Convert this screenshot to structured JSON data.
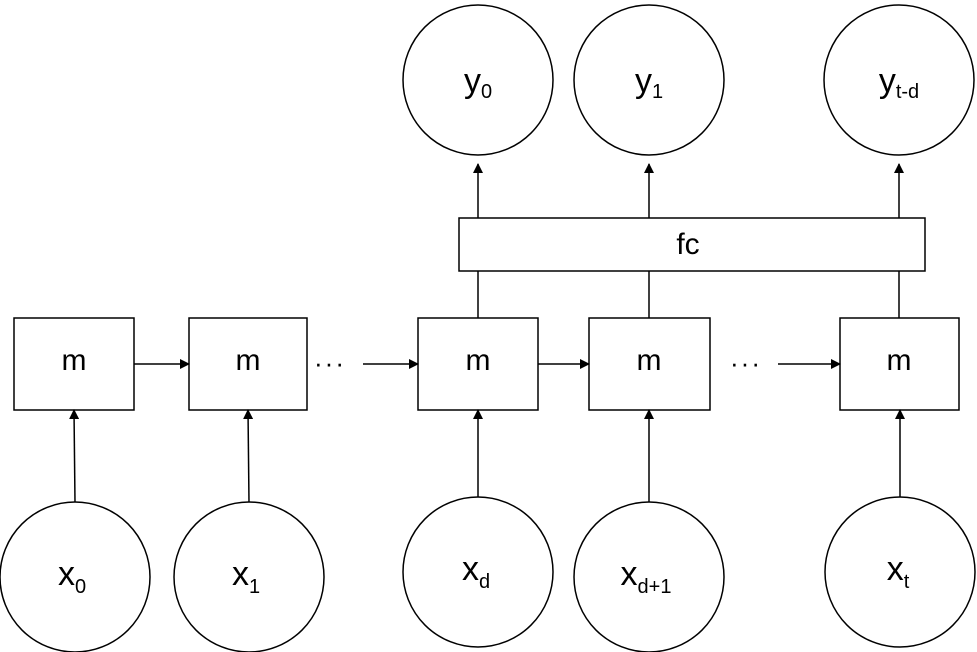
{
  "diagram": {
    "outputs": [
      {
        "main": "y",
        "sub": "0"
      },
      {
        "main": "y",
        "sub": "1"
      },
      {
        "main": "y",
        "sub": "t-d"
      }
    ],
    "fc_label": "fc",
    "modules": [
      "m",
      "m",
      "m",
      "m",
      "m"
    ],
    "inputs": [
      {
        "main": "x",
        "sub": "0"
      },
      {
        "main": "x",
        "sub": "1"
      },
      {
        "main": "x",
        "sub": "d"
      },
      {
        "main": "x",
        "sub": "d+1"
      },
      {
        "main": "x",
        "sub": "t"
      }
    ],
    "ellipsis": "···"
  }
}
